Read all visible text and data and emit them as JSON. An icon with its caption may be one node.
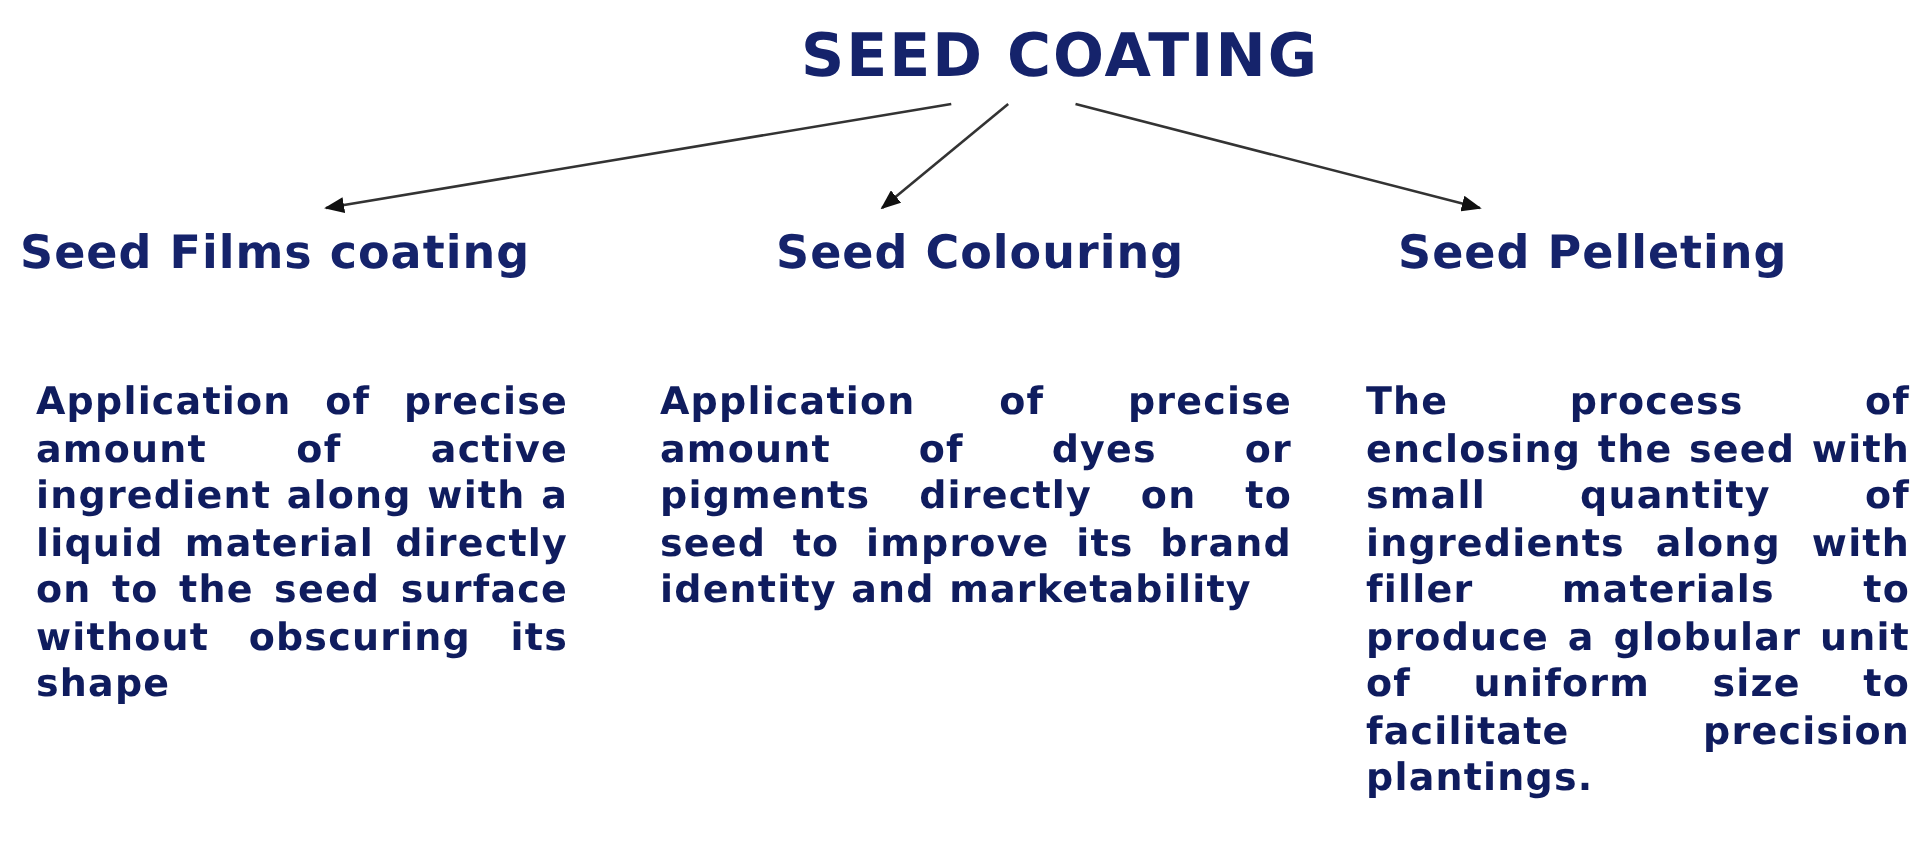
{
  "diagram": {
    "nodes": [
      {
        "text": [
          "SEED COATING"
        ]
      },
      {
        "text": [
          "Seed Films coating",
          "Application of precise amount of active ingredient along with a liquid material directly on to the seed surface without obscuring its shape"
        ]
      },
      {
        "text": [
          "Seed Colouring",
          "Application of precise amount of dyes or pigments directly on to seed to improve its brand identity and marketability"
        ]
      },
      {
        "text": [
          "Seed Pelleting",
          "The process of enclosing the seed with small quantity of ingredients along with filler materials to produce a globular unit of uniform size to facilitate precision plantings."
        ]
      }
    ],
    "edges": [
      {
        "from": 0,
        "to": 1,
        "arrow": "to"
      },
      {
        "from": 0,
        "to": 2,
        "arrow": "to"
      },
      {
        "from": 0,
        "to": 3,
        "arrow": "to"
      }
    ]
  }
}
